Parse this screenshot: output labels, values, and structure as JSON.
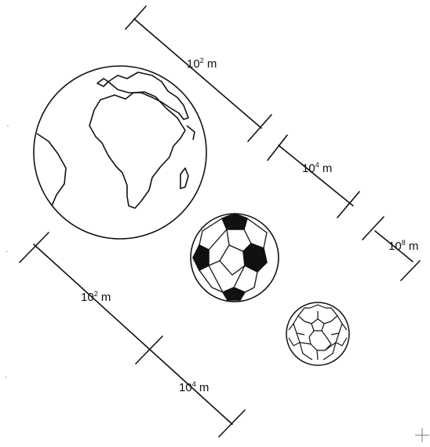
{
  "labels": {
    "upper_a": {
      "base": "10",
      "exp": "2",
      "unit": " m"
    },
    "upper_b": {
      "base": "10",
      "exp": "4",
      "unit": " m"
    },
    "upper_c": {
      "base": "10",
      "exp": "8",
      "unit": " m"
    },
    "lower_a": {
      "base": "10",
      "exp": "2",
      "unit": " m"
    },
    "lower_b": {
      "base": "10",
      "exp": "4",
      "unit": " m"
    }
  },
  "colors": {
    "ink": "#111111",
    "paper": "#ffffff"
  },
  "icons": {
    "corner": "crosshair-icon"
  }
}
